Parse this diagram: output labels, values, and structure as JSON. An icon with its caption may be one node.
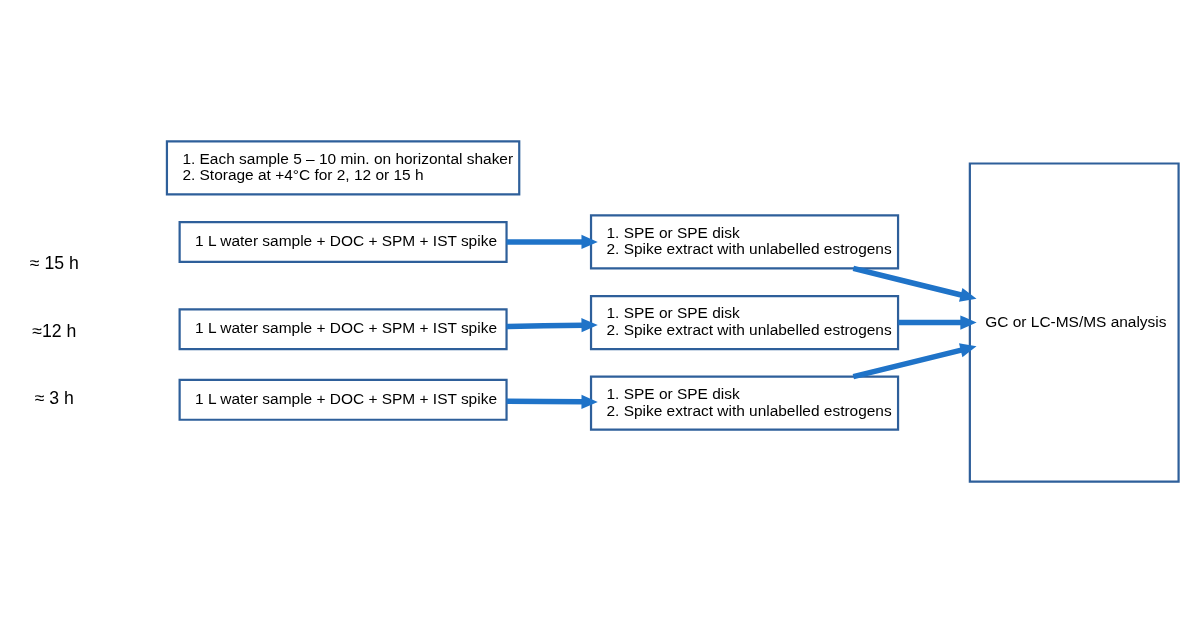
{
  "diagram": {
    "nodes": [
      {
        "text": [
          "1 L water sample + DOC + SPM + IST spike"
        ]
      },
      {
        "text": [
          "1 L water sample + DOC + SPM + IST spike"
        ]
      },
      {
        "text": [
          "1. Each sample 5 – 10 min. on horizontal shaker",
          "2. Storage at +4°C for 2, 12 or 15 h"
        ]
      },
      {
        "text": [
          "1 L water sample + DOC + SPM + IST spike"
        ]
      },
      {
        "text": [
          "1. SPE or SPE disk",
          "2. Spike extract with unlabelled estrogens"
        ]
      },
      {
        "text": [
          "1. SPE or SPE disk",
          "2. Spike extract with unlabelled estrogens"
        ]
      },
      {
        "text": [
          "1. SPE or SPE disk",
          "2. Spike extract with unlabelled estrogens"
        ]
      },
      {
        "text": [
          "GC or LC-MS/MS analysis"
        ]
      }
    ],
    "edges": [
      {
        "from": 1,
        "to": 4,
        "arrow": "to"
      },
      {
        "from": 0,
        "to": 5,
        "arrow": "to"
      },
      {
        "from": 3,
        "to": 6,
        "arrow": "to"
      },
      {
        "from": 4,
        "to": 7,
        "arrow": "to"
      },
      {
        "from": 5,
        "to": 7,
        "arrow": "to"
      },
      {
        "from": 6,
        "to": 7,
        "arrow": "to"
      }
    ],
    "labels": [
      "≈ 15 h",
      "≈12 h",
      "≈ 3 h"
    ]
  }
}
